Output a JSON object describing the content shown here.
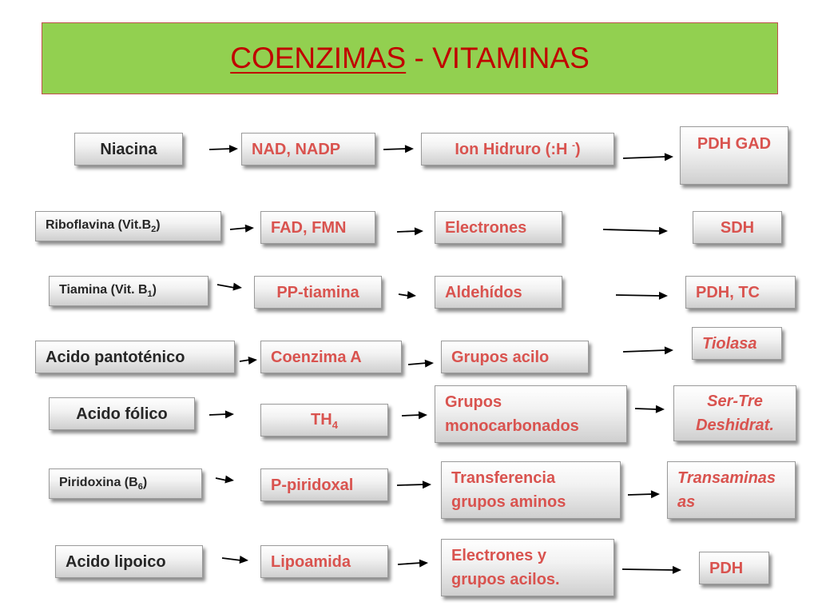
{
  "title": {
    "main": "COENZIMAS",
    "separator": " - ",
    "sub": "VITAMINAS"
  },
  "rows": [
    {
      "vitamin": "Niacina",
      "coenzyme": "NAD, NADP",
      "group_parts": [
        "Ion Hidruro (:H ",
        "-",
        ")"
      ],
      "enzyme": "PDH GAD"
    },
    {
      "vitamin_parts": [
        "Riboflavina (Vit.B",
        "2",
        ")"
      ],
      "coenzyme": "FAD, FMN",
      "group": "Electrones",
      "enzyme": "SDH"
    },
    {
      "vitamin_parts": [
        "Tiamina (Vit. B",
        "1",
        ")"
      ],
      "coenzyme": "PP-tiamina",
      "group": "Aldehídos",
      "enzyme": "PDH, TC"
    },
    {
      "vitamin": "Acido pantoténico",
      "coenzyme": "Coenzima A",
      "group": "Grupos acilo",
      "enzyme": "Tiolasa"
    },
    {
      "vitamin": "Acido fólico",
      "coenzyme_parts": [
        "TH",
        "4"
      ],
      "group_lines": [
        "Grupos",
        "monocarbonados"
      ],
      "enzyme_lines": [
        "Ser-Tre",
        "Deshidrat."
      ]
    },
    {
      "vitamin_parts": [
        "Piridoxina (B",
        "6",
        ")"
      ],
      "coenzyme": "P-piridoxal",
      "group_lines": [
        "Transferencia",
        "grupos aminos"
      ],
      "enzyme_lines": [
        "Transaminas",
        "as"
      ]
    },
    {
      "vitamin": "Acido lipoico",
      "coenzyme": "Lipoamida",
      "group_lines": [
        "Electrones y",
        "grupos acilos."
      ],
      "enzyme": "PDH"
    }
  ],
  "colors": {
    "title_bg": "#92d050",
    "title_text": "#c00000",
    "box_text_red": "#d9534f",
    "box_text_dark": "#262626"
  },
  "icons": {
    "connector": "arrow-right-icon"
  }
}
